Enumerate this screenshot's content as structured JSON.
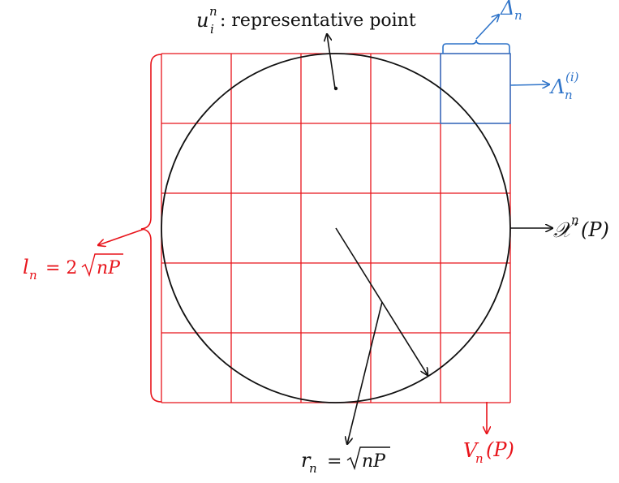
{
  "colors": {
    "grid": "#e8141b",
    "cell": "#2f74c9",
    "circle": "#111111",
    "text": "#111111"
  },
  "grid": {
    "rows": 5,
    "cols": 5
  },
  "labels": {
    "rep_point_var": "u",
    "rep_point_sub": "i",
    "rep_point_sup": "n",
    "rep_point_text": ": representative point",
    "delta_var": "Δ",
    "delta_sub": "n",
    "lambda_var": "Λ",
    "lambda_sub": "n",
    "lambda_sup": "(i)",
    "chi_var": "𝒳",
    "chi_sup": "n",
    "chi_arg": "(P)",
    "l_var": "l",
    "l_sub": "n",
    "l_eq": "= 2",
    "l_rad": "nP",
    "r_var": "r",
    "r_sub": "n",
    "r_eq": "=",
    "r_rad": "nP",
    "v_var": "V",
    "v_sub": "n",
    "v_arg": "(P)"
  }
}
